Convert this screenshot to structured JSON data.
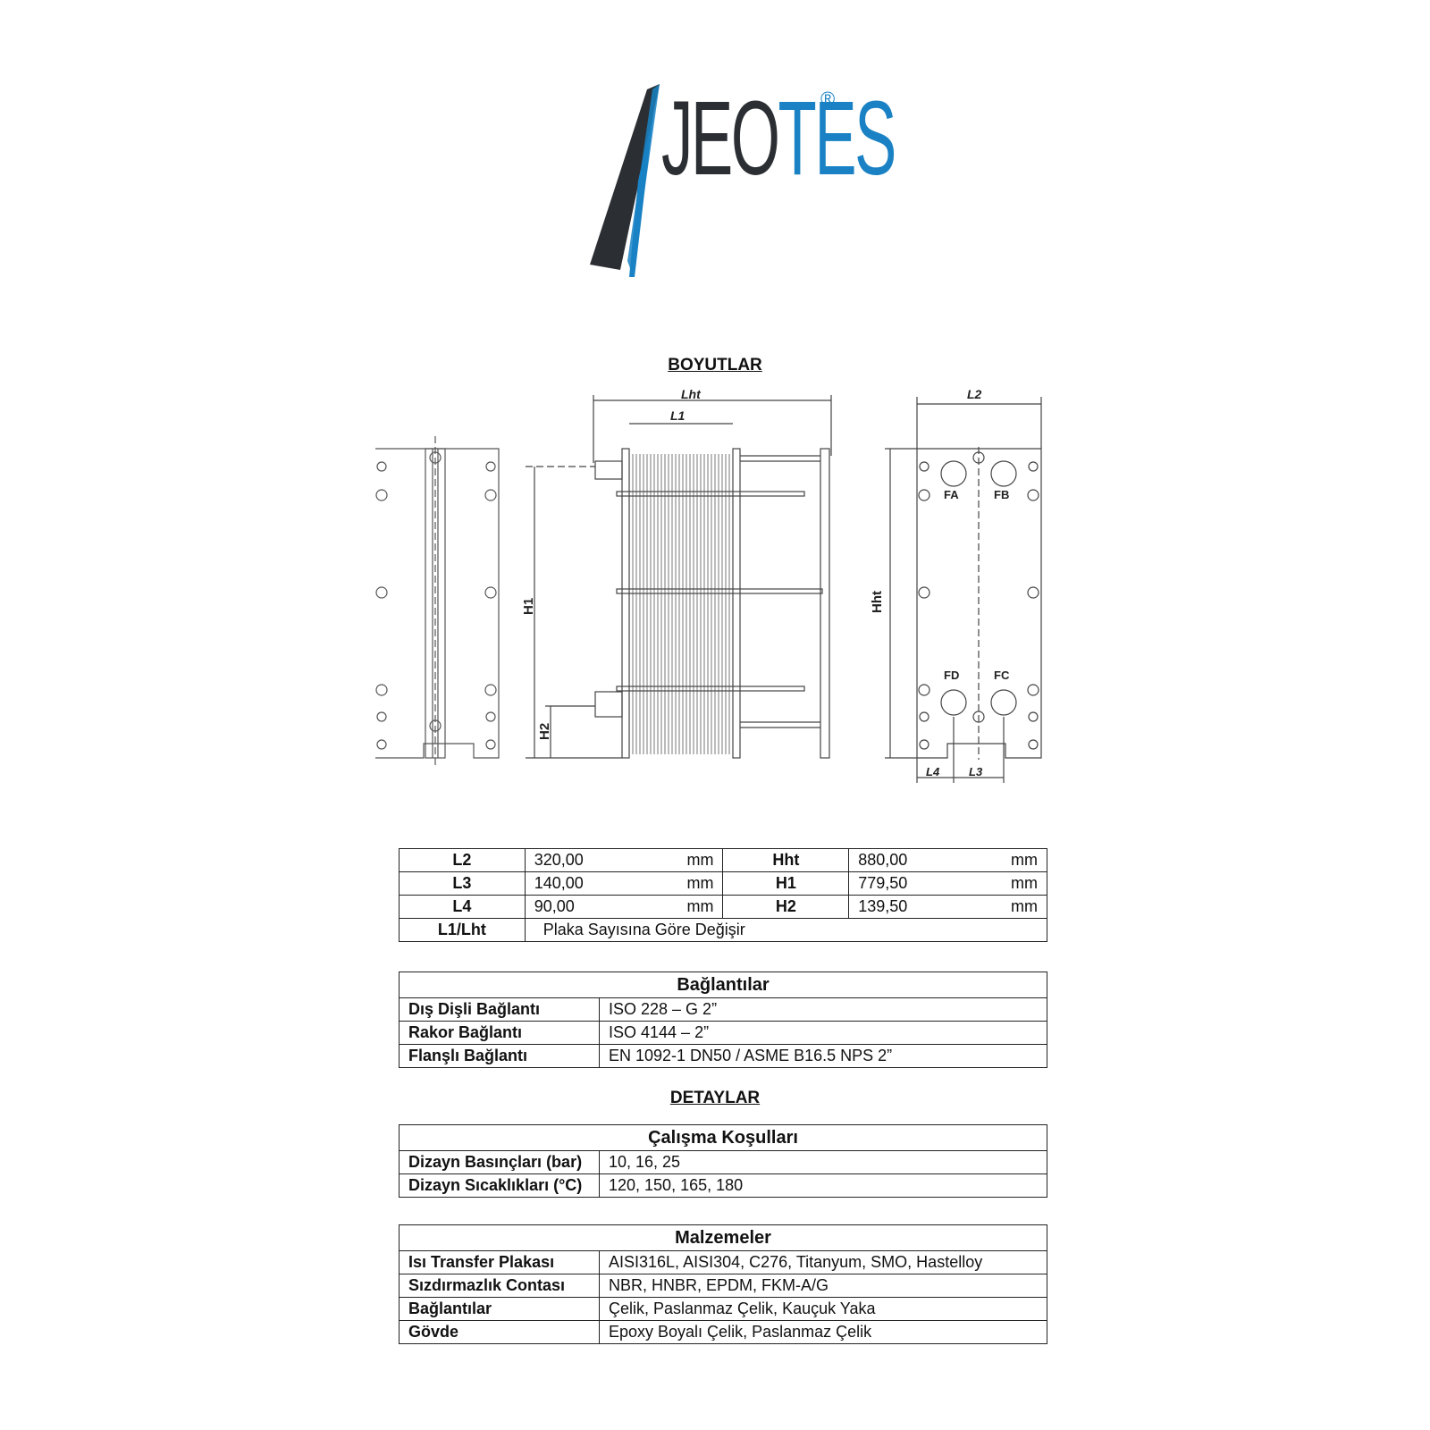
{
  "logo": {
    "brand": "JEOTES",
    "part_dark": "JEO",
    "part_blue_t": "T",
    "part_blue": "ES",
    "reg": "®"
  },
  "title_dimensions": "BOYUTLAR",
  "drawing_labels": {
    "lht": "Lht",
    "l1": "L1",
    "l2": "L2",
    "l3": "L3",
    "l4": "L4",
    "h1": "H1",
    "h2": "H2",
    "hht": "Hht",
    "fa": "FA",
    "fb": "FB",
    "fc": "FC",
    "fd": "FD"
  },
  "dimensions": {
    "rows": [
      {
        "k1": "L2",
        "v1": "320,00",
        "u1": "mm",
        "k2": "Hht",
        "v2": "880,00",
        "u2": "mm"
      },
      {
        "k1": "L3",
        "v1": "140,00",
        "u1": "mm",
        "k2": "H1",
        "v2": "779,50",
        "u2": "mm"
      },
      {
        "k1": "L4",
        "v1": "90,00",
        "u1": "mm",
        "k2": "H2",
        "v2": "139,50",
        "u2": "mm"
      }
    ],
    "last": {
      "k": "L1/Lht",
      "v": "Plaka Sayısına Göre Değişir"
    }
  },
  "connections": {
    "title": "Bağlantılar",
    "rows": [
      {
        "k": "Dış Dişli Bağlantı",
        "v": "ISO 228 – G 2”"
      },
      {
        "k": "Rakor Bağlantı",
        "v": "ISO 4144 – 2”"
      },
      {
        "k": "Flanşlı Bağlantı",
        "v": "EN 1092-1 DN50 / ASME B16.5 NPS 2”"
      }
    ]
  },
  "title_details": "DETAYLAR",
  "conditions": {
    "title": "Çalışma Koşulları",
    "rows": [
      {
        "k": "Dizayn Basınçları (bar)",
        "v": "10, 16, 25"
      },
      {
        "k": "Dizayn Sıcaklıkları (°C)",
        "v": "120, 150, 165, 180"
      }
    ]
  },
  "materials": {
    "title": "Malzemeler",
    "rows": [
      {
        "k": "Isı Transfer Plakası",
        "v": "AISI316L, AISI304, C276, Titanyum, SMO, Hastelloy"
      },
      {
        "k": "Sızdırmazlık Contası",
        "v": "NBR, HNBR, EPDM, FKM-A/G"
      },
      {
        "k": "Bağlantılar",
        "v": "Çelik, Paslanmaz Çelik, Kauçuk Yaka"
      },
      {
        "k": "Gövde",
        "v": "Epoxy Boyalı Çelik, Paslanmaz Çelik"
      }
    ]
  },
  "colors": {
    "brand_blue": "#1a82c4",
    "brand_dark": "#2b2f33"
  }
}
